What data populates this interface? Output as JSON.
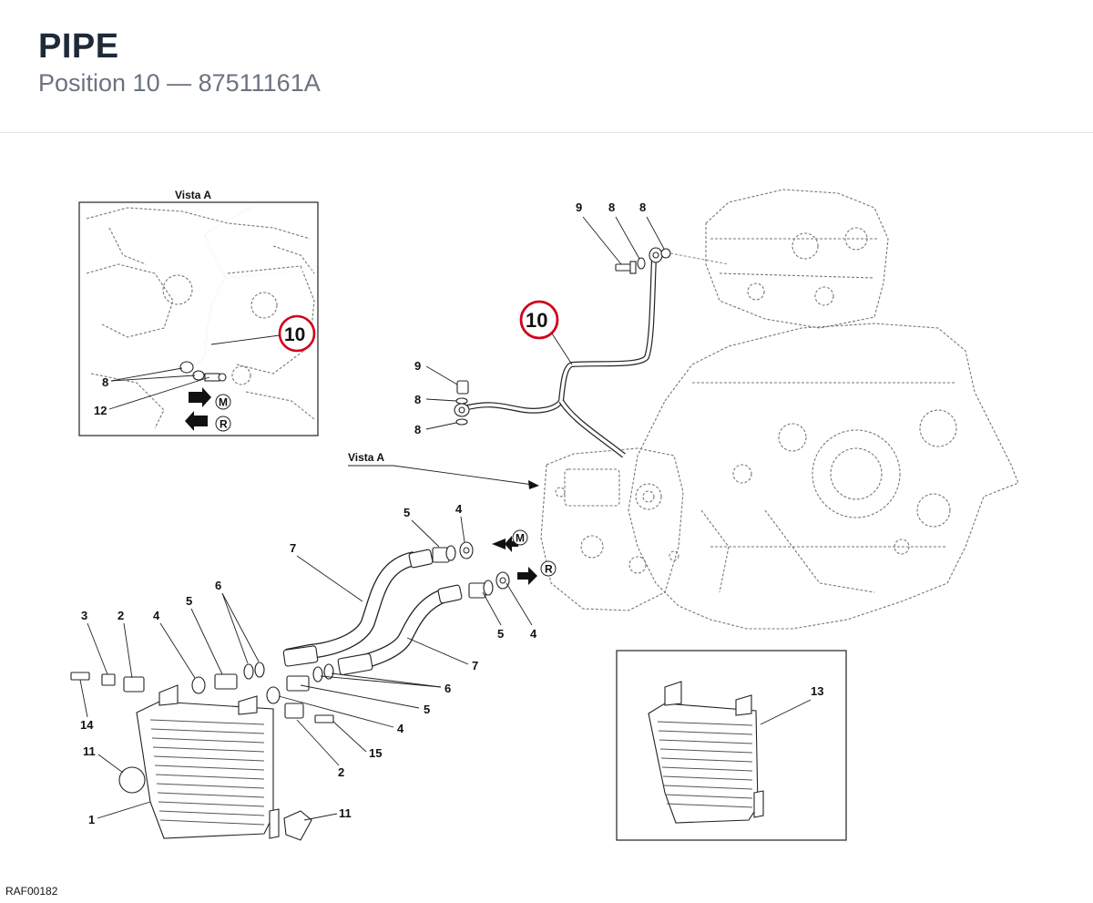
{
  "header": {
    "title": "PIPE",
    "subtitle": "Position 10 — 87511161A"
  },
  "diagram": {
    "highlight_color": "#d0021b",
    "view_label": "Vista A",
    "inset_view_label": "Vista A",
    "highlight_label": "10",
    "inset_highlight_label": "10",
    "arrow_labels": {
      "m": "M",
      "r": "R"
    },
    "callouts": {
      "top_9": "9",
      "top_8a": "8",
      "top_8b": "8",
      "mid_9": "9",
      "mid_8a": "8",
      "mid_8b": "8",
      "inset_8": "8",
      "inset_12": "12",
      "l_5a": "5",
      "l_4a": "4",
      "l_7a": "7",
      "l_6a": "6",
      "l_3": "3",
      "l_2a": "2",
      "l_4b": "4",
      "l_5b": "5",
      "r_5": "5",
      "r_4": "4",
      "r_7": "7",
      "r_6": "6",
      "r_5b": "5",
      "r_4b": "4",
      "l_14": "14",
      "l_15": "15",
      "l_2b": "2",
      "l_11a": "11",
      "l_11b": "11",
      "l_1": "1",
      "r_13": "13"
    }
  },
  "footer": {
    "ref_code": "RAF00182"
  }
}
